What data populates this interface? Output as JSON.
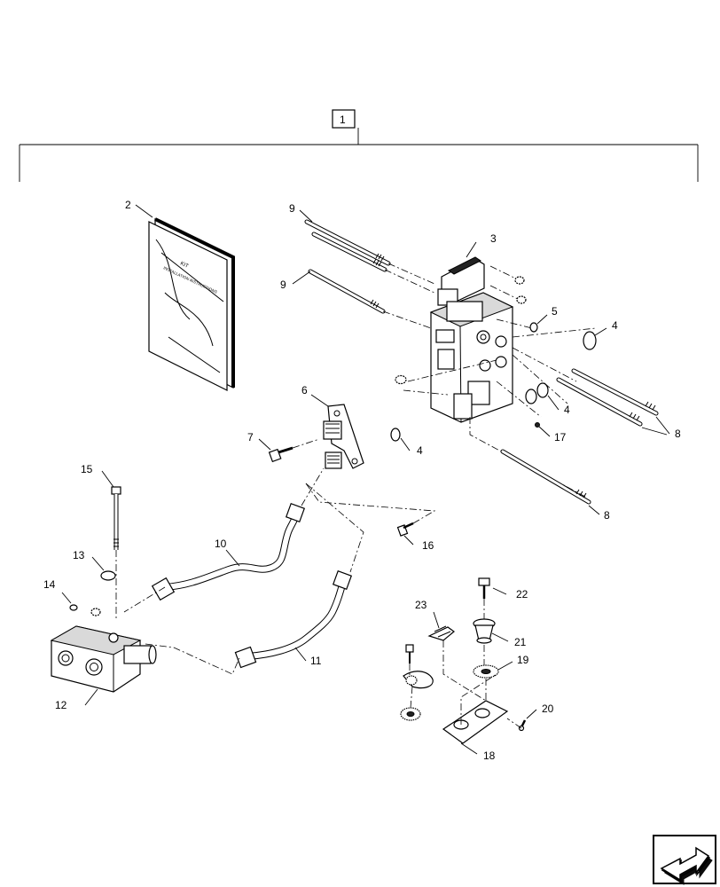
{
  "diagram": {
    "callouts": {
      "c1": "1",
      "c2": "2",
      "c3": "3",
      "c4a": "4",
      "c4b": "4",
      "c4c": "4",
      "c5": "5",
      "c6": "6",
      "c7": "7",
      "c8a": "8",
      "c8b": "8",
      "c9a": "9",
      "c9b": "9",
      "c10": "10",
      "c11": "11",
      "c12": "12",
      "c13": "13",
      "c14": "14",
      "c15": "15",
      "c16": "16",
      "c17": "17",
      "c18": "18",
      "c19": "19",
      "c20": "20",
      "c21": "21",
      "c22": "22",
      "c23": "23"
    },
    "booklet_text": [
      "KIT",
      "INSTALLATION INSTRUCTIONS"
    ],
    "icons": [
      "next-page-arrow-icon"
    ]
  }
}
